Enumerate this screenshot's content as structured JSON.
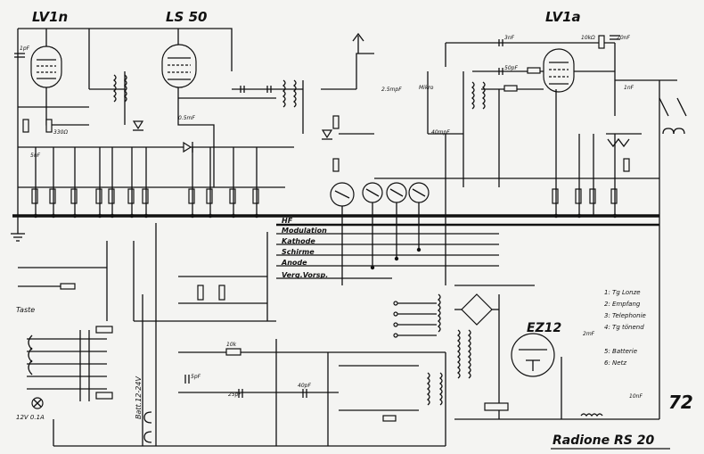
{
  "tubes": {
    "lv1n": "LV1n",
    "ls50": "LS 50",
    "lv1a": "LV1a",
    "ez12": "EZ12"
  },
  "bus_labels": [
    "HF",
    "Modulation",
    "Kathode",
    "Schirme",
    "Anode",
    "Verg.Vorsp."
  ],
  "function_list": [
    "1: Tg Lonze",
    "2: Empfang",
    "3: Telephonie",
    "4: Tg tönend",
    "5: Batterie",
    "6: Netz"
  ],
  "footer": {
    "title": "Radione RS 20",
    "page_number": "72"
  },
  "side_labels": {
    "taste": "Taste",
    "volt": "Batt.12-24V",
    "fuse": "12V 0.1A"
  },
  "component_values": [
    "1pF",
    "5nF",
    "330Ω",
    "3nF",
    "0.5mF",
    "50pF",
    "2.5mpF",
    "Mikro",
    "40mpF",
    "10kΩ",
    "2mF",
    "20nF",
    "1nF",
    "10k",
    "5pF",
    "25pF",
    "40pF",
    "10nF"
  ]
}
